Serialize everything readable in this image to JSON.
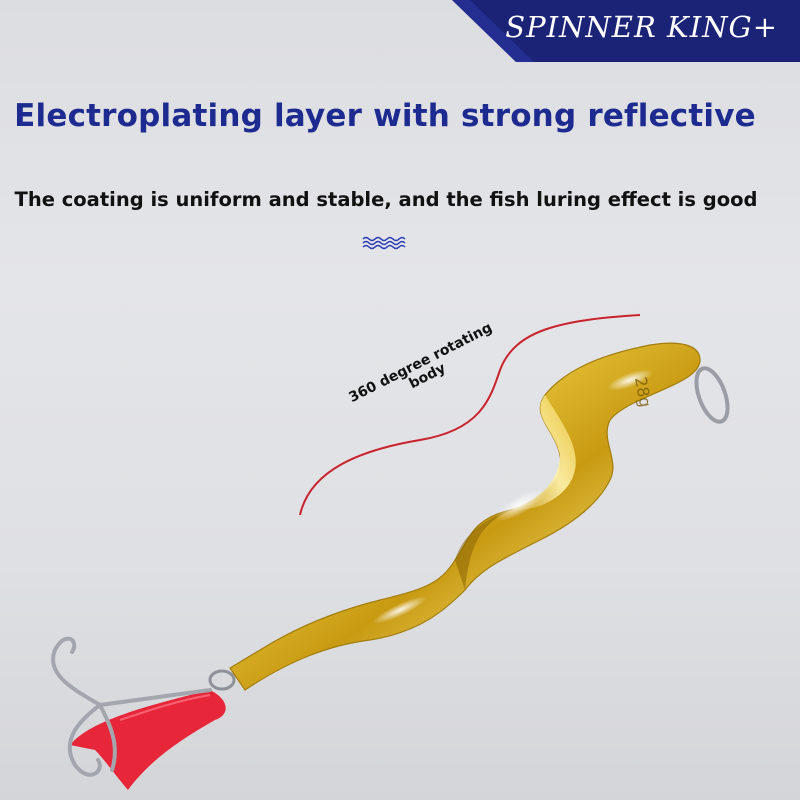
{
  "brand": {
    "name": "SPINNER KING+",
    "banner_color": "#1b2377"
  },
  "headline": {
    "text": "Electroplating layer with strong reflective",
    "color": "#1d2a8f"
  },
  "subheadline": {
    "text": "The coating is uniform and stable, and the fish luring effect is good"
  },
  "decor": {
    "wave_icon": "wave-icon",
    "wave_color": "#2a3bb5"
  },
  "product": {
    "weight_label": "28g",
    "body_color": "#e2c12e",
    "line_color": "#c8232c",
    "tail_color": "#e8263a"
  },
  "callout": {
    "line1": "360 degree rotating",
    "line2": "body"
  }
}
